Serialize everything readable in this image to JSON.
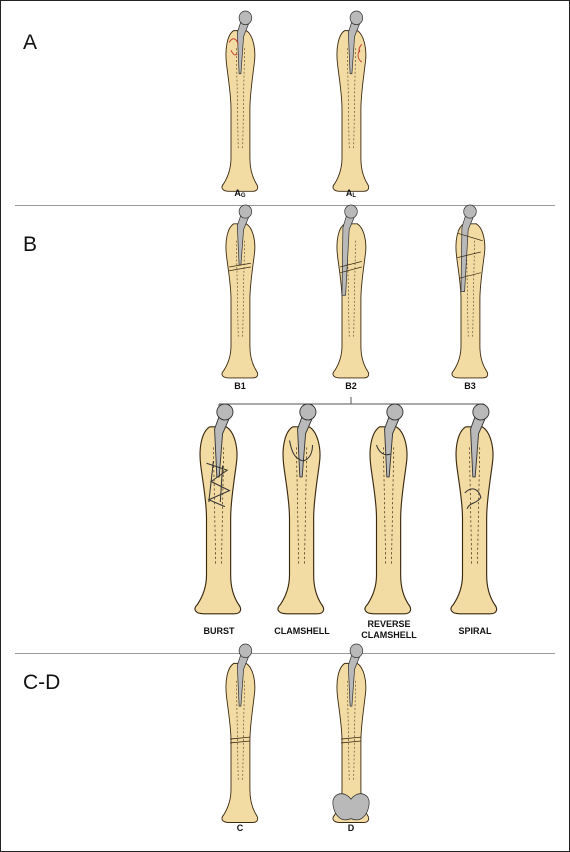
{
  "sections": [
    {
      "label": "A"
    },
    {
      "label": "B"
    },
    {
      "label": "C-D"
    }
  ],
  "captions": {
    "ag_main": "A",
    "ag_sub": "G",
    "al_main": "A",
    "al_sub": "L",
    "b1": "B1",
    "b2": "B2",
    "b3": "B3",
    "burst": "BURST",
    "clamshell": "CLAMSHELL",
    "reverse_line1": "REVERSE",
    "reverse_line2": "CLAMSHELL",
    "spiral": "SPIRAL",
    "c": "C",
    "d": "D"
  },
  "colors": {
    "bone_fill": "#f3dca4",
    "bone_stroke": "#3a2a10",
    "implant_metal": "#b9b9b9",
    "fracture_red": "#c0392b",
    "divider": "#9a9a9a"
  }
}
